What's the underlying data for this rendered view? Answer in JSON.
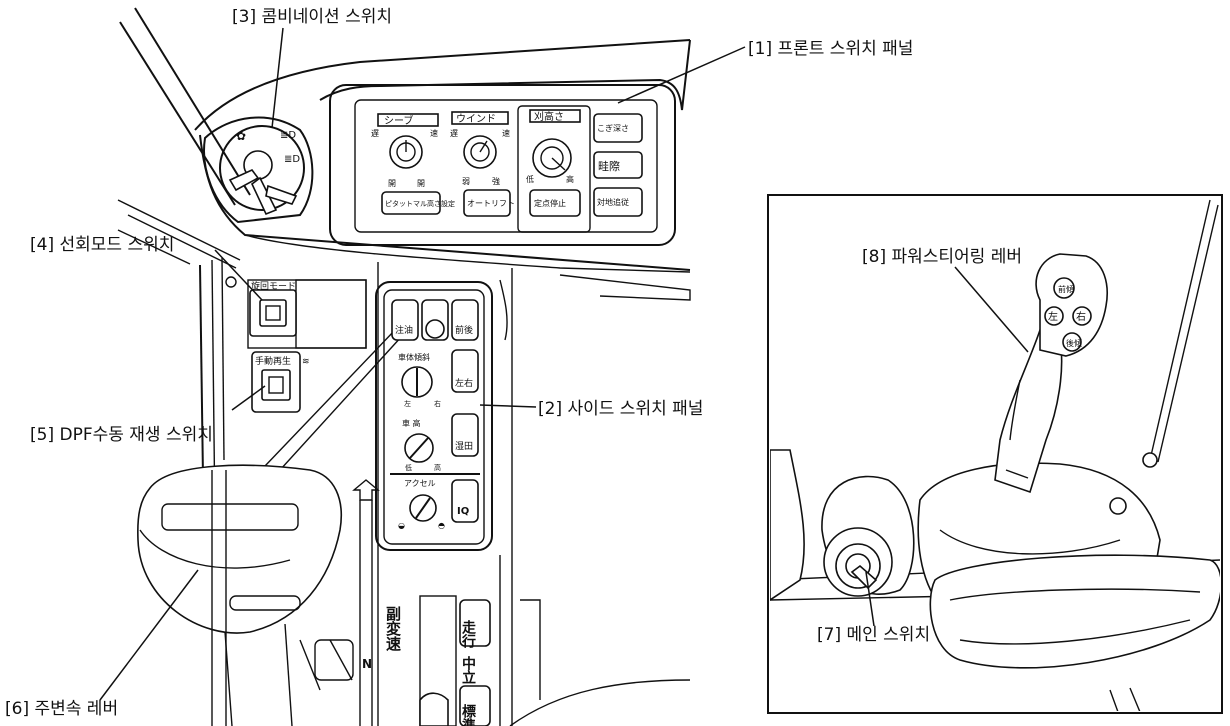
{
  "callouts": {
    "front_panel": "[1] 프론트 스위치 패널",
    "side_panel": "[2] 사이드 스위치 패널",
    "combination_switch": "[3] 콤비네이션 스위치",
    "turn_mode_switch": "[4] 선회모드 스위치",
    "dpf_switch": "[5] DPF수동 재생 스위치",
    "sub_shift_lever": "[6] 주변속 레버",
    "main_switch": "[7] 메인 스위치",
    "power_steering_lever": "[8] 파워스티어링 레버"
  },
  "front_panel": {
    "dial_sheave": "シーブ",
    "dial_wind": "ウインド",
    "dial_height": "刈高さ",
    "btn_pittamaru": "ピタットマル高さ設定",
    "btn_auto_lift": "オートリフト",
    "btn_fixed_stop": "定点停止",
    "btn_koki": "こぎ深さ",
    "btn_kesa": "畦際",
    "btn_taichi": "対地追従",
    "mark_slow": "遅",
    "mark_fast": "速",
    "mark_open": "開",
    "mark_weak": "弱",
    "mark_strong": "強",
    "mark_low": "低",
    "mark_high": "高"
  },
  "side_panel": {
    "btn_oil": "注油",
    "btn_fb": "前後",
    "btn_lr": "左右",
    "btn_wet": "湿田",
    "btn_iq": "IQ",
    "tilt_label": "車体傾斜",
    "height_label": "車 高",
    "accel_label": "アクセル",
    "left": "左",
    "right": "右",
    "low": "低",
    "high": "高"
  },
  "turn_mode": {
    "label": "旋回モード"
  },
  "dpf": {
    "label": "手動再生"
  },
  "lever_gate": {
    "subshift": "副変速",
    "travel": "走行",
    "neutral": "中立",
    "standard": "標準",
    "n_mark": "N"
  },
  "steer_lever": {
    "front_tilt": "前傾",
    "left": "左",
    "right": "右",
    "rear_tilt": "後傾"
  }
}
